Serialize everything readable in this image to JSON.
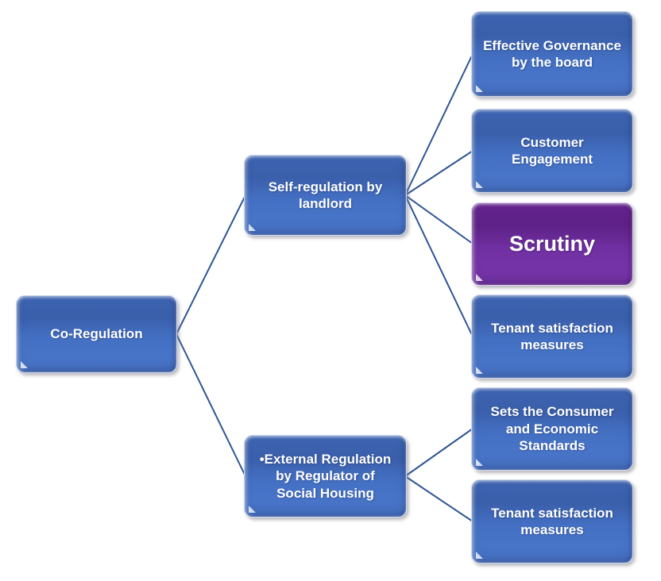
{
  "diagram": {
    "type": "hierarchy",
    "background_color": "#FFFFFF",
    "colors": {
      "node_blue": "#4472C4",
      "node_blue_dark": "#3A5FAB",
      "node_purple": "#7030A0",
      "connector": "#2F5496",
      "text": "#FFFFFF"
    },
    "nodes": {
      "root": {
        "label": "Co-Regulation",
        "color": "blue"
      },
      "self_regulation": {
        "label": "Self-regulation by\nlandlord",
        "color": "blue"
      },
      "external_regulation": {
        "label": "•External Regulation\nby Regulator of\nSocial Housing",
        "color": "blue"
      },
      "effective_governance": {
        "label": "Effective Governance\nby the board",
        "color": "blue"
      },
      "customer_engagement": {
        "label": "Customer\nEngagement",
        "color": "blue"
      },
      "scrutiny": {
        "label": "Scrutiny",
        "color": "purple"
      },
      "tenant_satisfaction_1": {
        "label": "Tenant satisfaction\nmeasures",
        "color": "blue"
      },
      "sets_standards": {
        "label": "Sets the Consumer\nand Economic\nStandards",
        "color": "blue"
      },
      "tenant_satisfaction_2": {
        "label": "Tenant satisfaction\nmeasures",
        "color": "blue"
      }
    },
    "edges": [
      {
        "from": "root",
        "to": "self_regulation"
      },
      {
        "from": "root",
        "to": "external_regulation"
      },
      {
        "from": "self_regulation",
        "to": "effective_governance"
      },
      {
        "from": "self_regulation",
        "to": "customer_engagement"
      },
      {
        "from": "self_regulation",
        "to": "scrutiny"
      },
      {
        "from": "self_regulation",
        "to": "tenant_satisfaction_1"
      },
      {
        "from": "external_regulation",
        "to": "sets_standards"
      },
      {
        "from": "external_regulation",
        "to": "tenant_satisfaction_2"
      }
    ]
  }
}
